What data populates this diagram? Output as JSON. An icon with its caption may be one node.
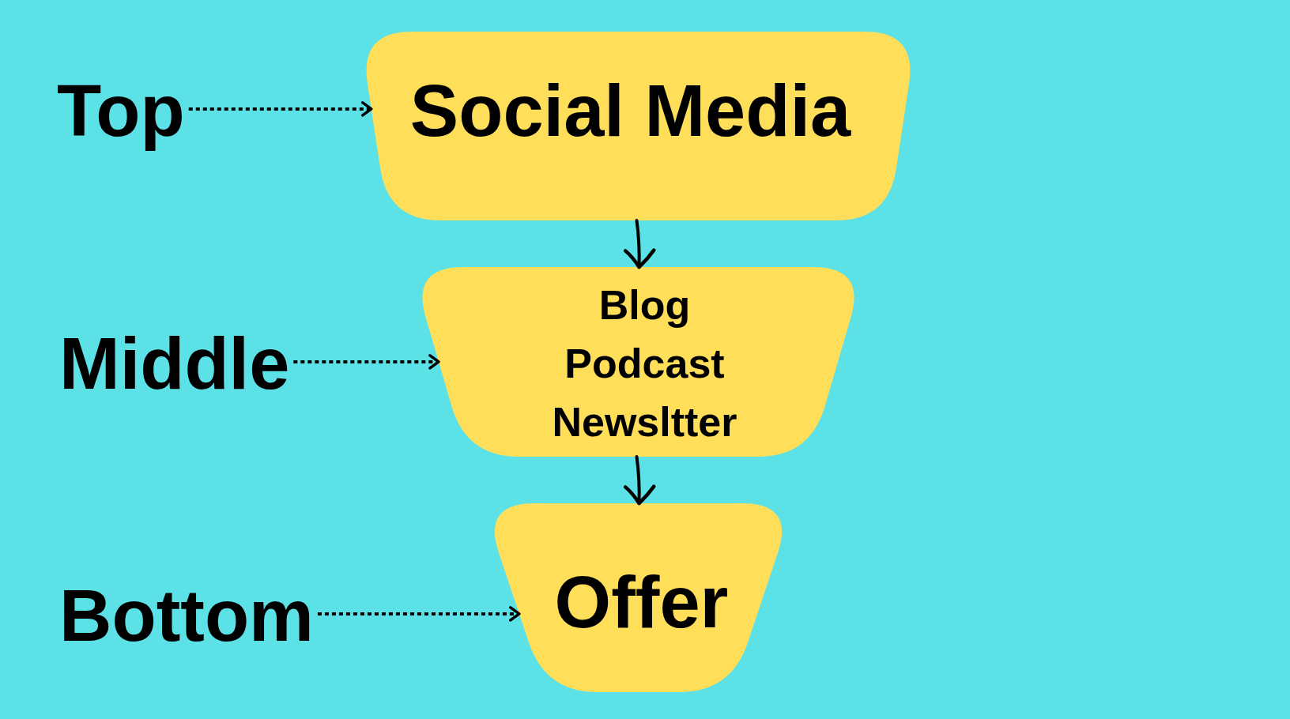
{
  "diagram": {
    "nodes": [
      {
        "text": [
          "Top"
        ]
      },
      {
        "text": [
          "Social Media"
        ]
      },
      {
        "text": [
          "Middle"
        ]
      },
      {
        "text": [
          "Blog",
          "Podcast",
          "Newsltter"
        ]
      },
      {
        "text": [
          "Bottom"
        ]
      },
      {
        "text": [
          "Offer"
        ]
      }
    ],
    "edges": [
      {
        "from": 0,
        "to": 1,
        "arrow": "to",
        "style": "dashed"
      },
      {
        "from": 1,
        "to": 3,
        "arrow": "to"
      },
      {
        "from": 2,
        "to": 3,
        "arrow": "to",
        "style": "dashed"
      },
      {
        "from": 3,
        "to": 5,
        "arrow": "to"
      },
      {
        "from": 4,
        "to": 5,
        "arrow": "to",
        "style": "dashed"
      }
    ]
  }
}
